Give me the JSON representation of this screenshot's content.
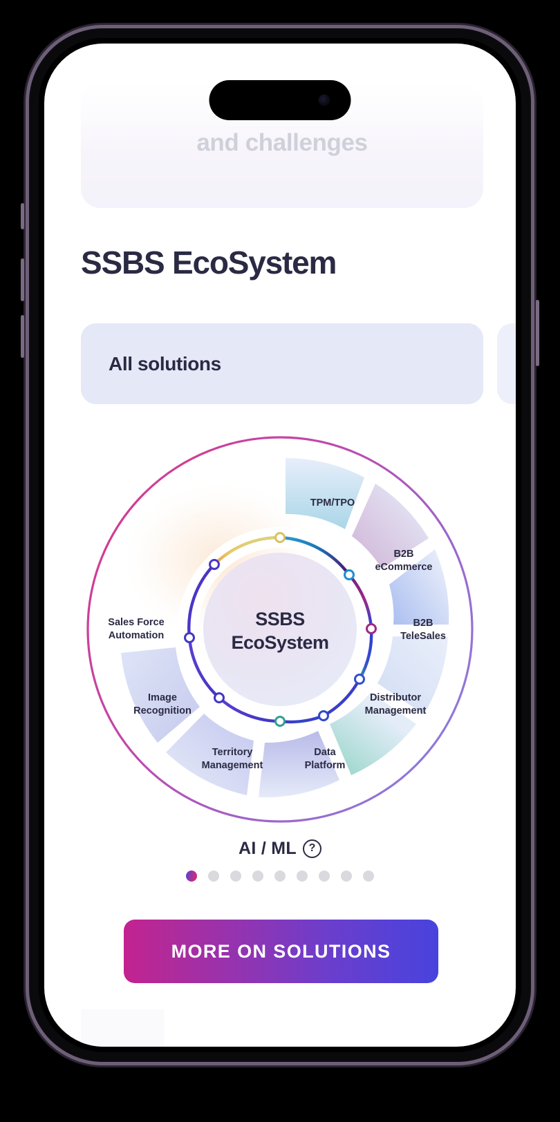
{
  "device": {
    "notch": "dynamic-island",
    "camera_icon": "front-camera-icon"
  },
  "previous_card": {
    "heading": "and challenges"
  },
  "page": {
    "title": "SSBS EcoSystem"
  },
  "tabs": {
    "items": [
      {
        "label": "All solutions",
        "active": true
      },
      {
        "label": "",
        "active": false
      }
    ]
  },
  "wheel": {
    "core_line1": "SSBS",
    "core_line2": "EcoSystem",
    "footer_label": "AI / ML",
    "footer_help_icon": "question-mark-circle-icon",
    "segments": [
      {
        "label_line1": "TPM/TPO",
        "label_line2": ""
      },
      {
        "label_line1": "B2B",
        "label_line2": "eCommerce"
      },
      {
        "label_line1": "B2B",
        "label_line2": "TeleSales"
      },
      {
        "label_line1": "Distributor",
        "label_line2": "Management"
      },
      {
        "label_line1": "Data",
        "label_line2": "Platform"
      },
      {
        "label_line1": "Territory",
        "label_line2": "Management"
      },
      {
        "label_line1": "Image",
        "label_line2": "Recognition"
      },
      {
        "label_line1": "Sales Force",
        "label_line2": "Automation"
      }
    ]
  },
  "pagination": {
    "total": 9,
    "active_index": 0
  },
  "cta": {
    "label": "MORE ON SOLUTIONS"
  },
  "colors": {
    "title": "#2b2a44",
    "tab_bg": "#e4e8f7",
    "outer_ring_start": "#d43a8e",
    "outer_ring_end": "#8b7fe0",
    "cta_gradient_start": "#c32290",
    "cta_gradient_end": "#4843dd",
    "dot_inactive": "#d9d9de"
  }
}
